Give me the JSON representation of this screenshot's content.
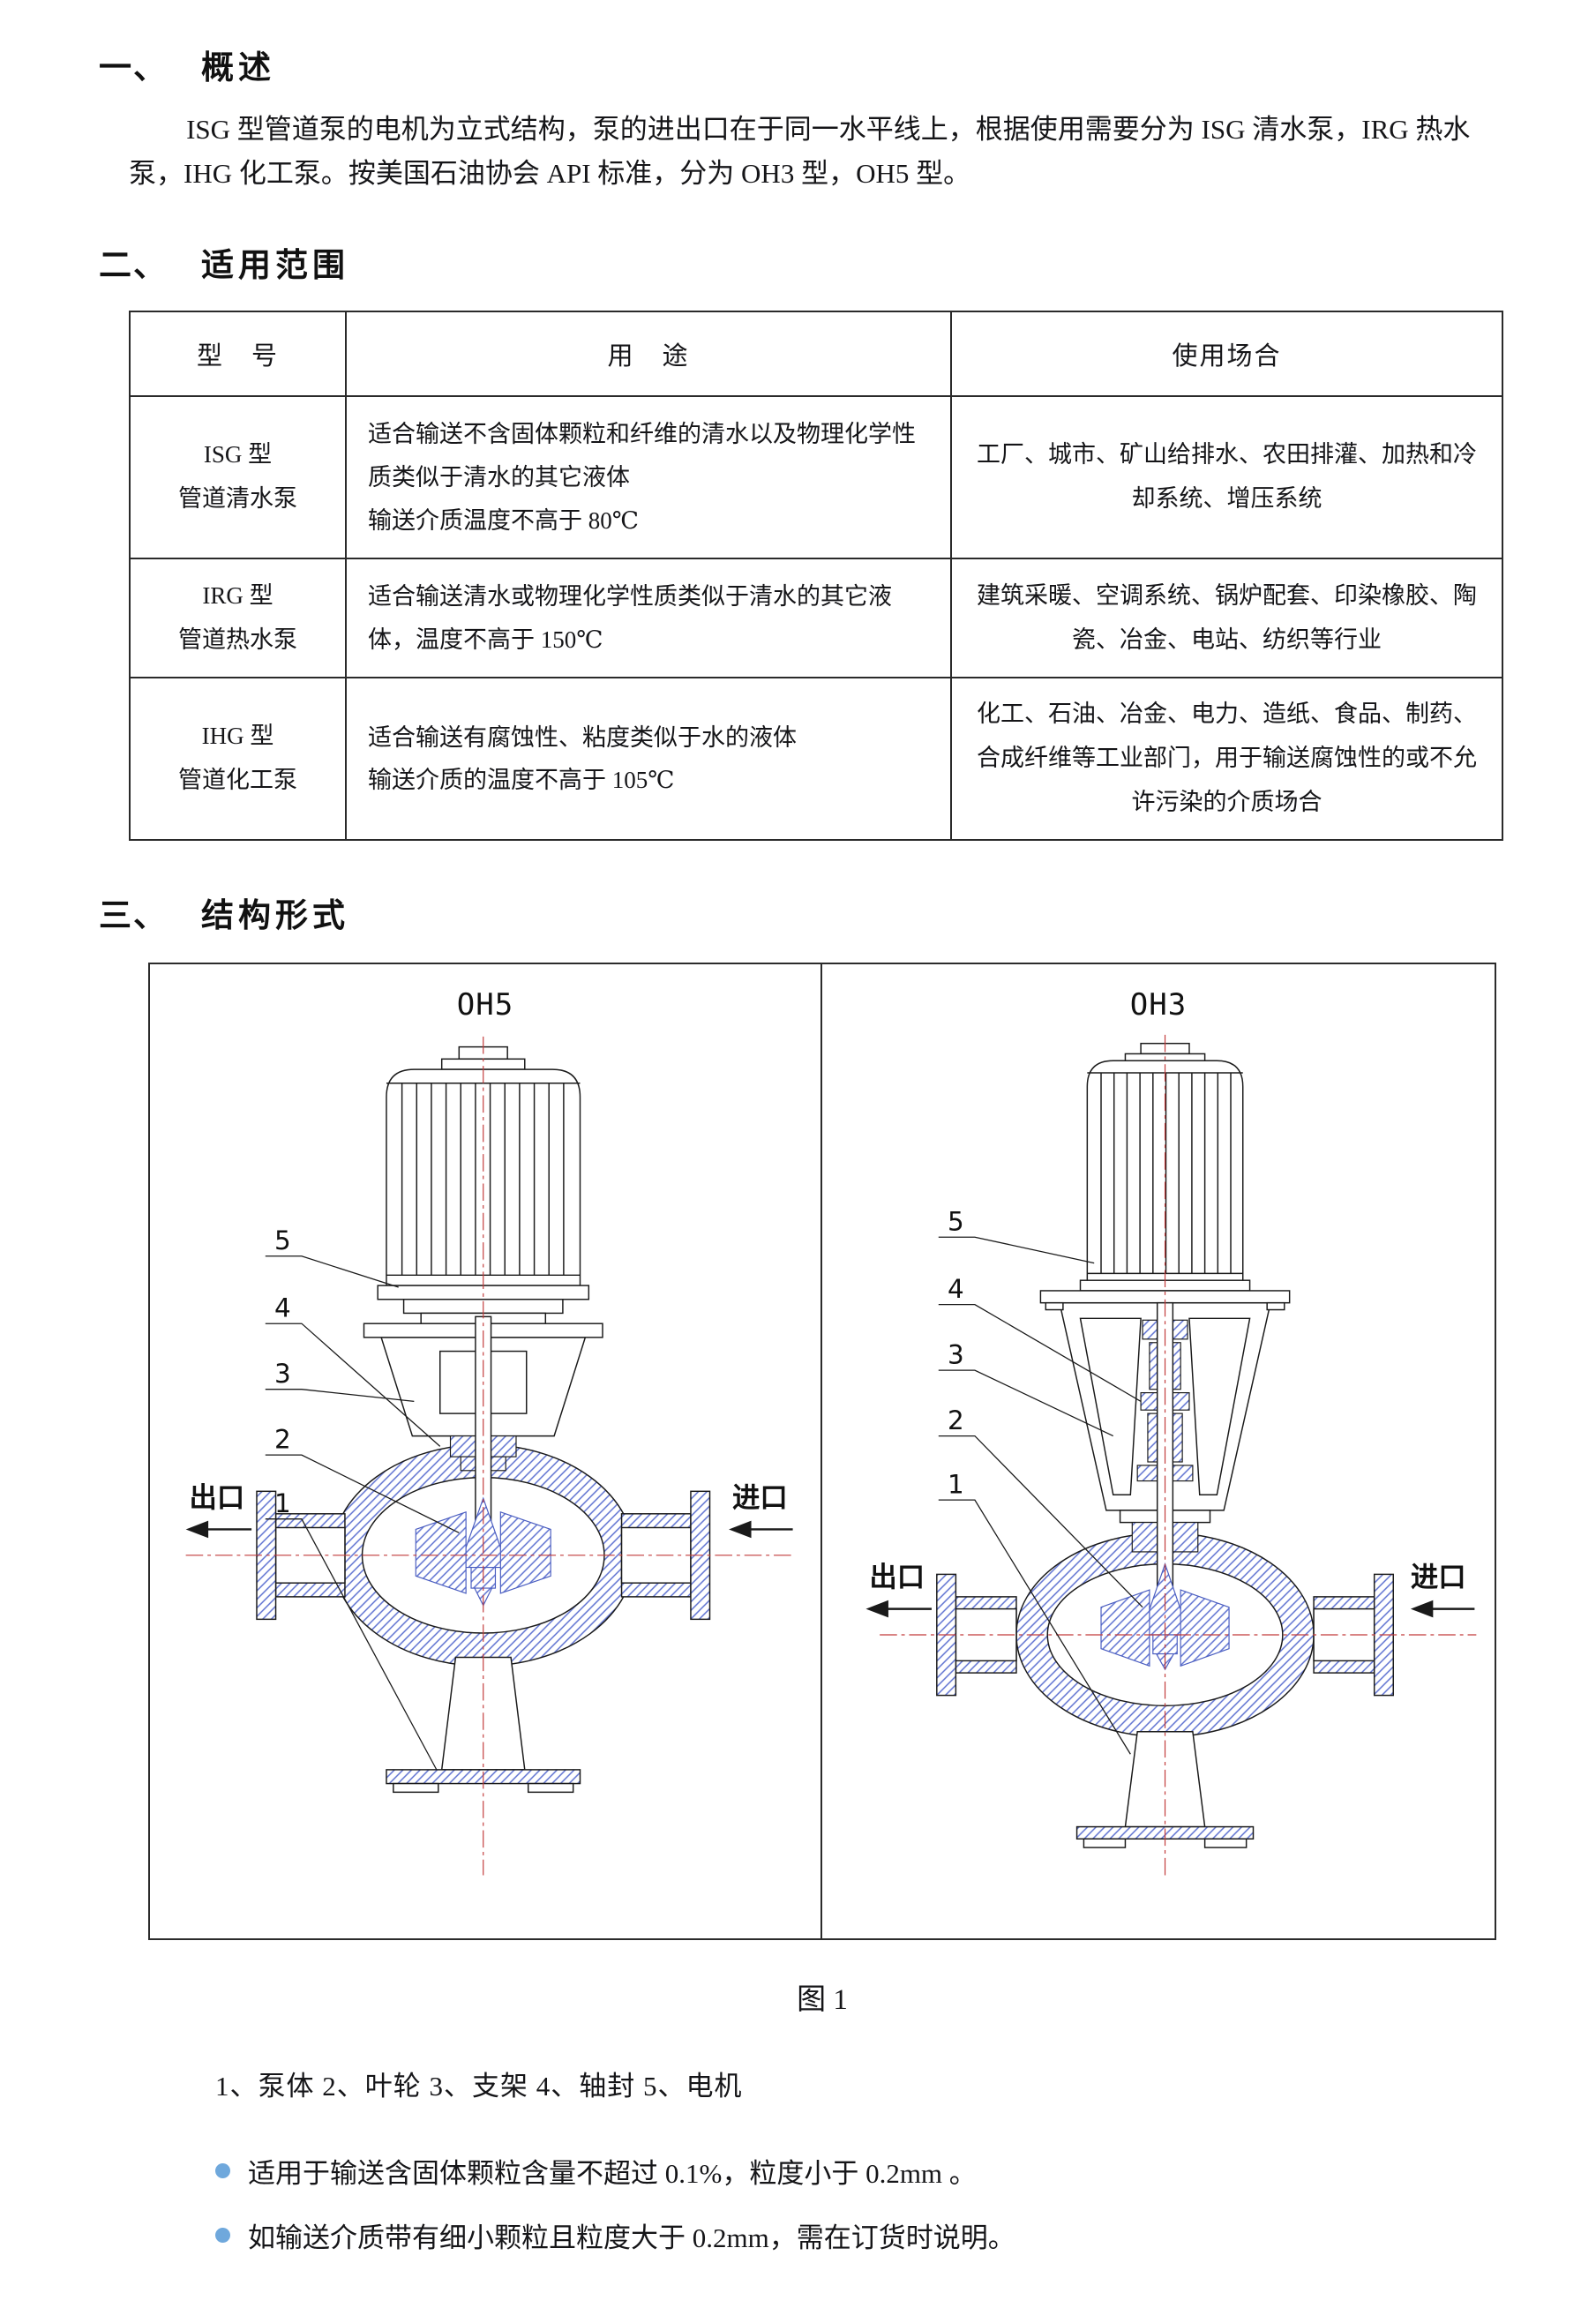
{
  "colors": {
    "centerline_red": "#C23B3B",
    "hatch_blue": "#5B6FD0",
    "bullet_blue": "#6FA8DC"
  },
  "section_overview": {
    "number": "一、",
    "title": "概述",
    "paragraph": "ISG 型管道泵的电机为立式结构，泵的进出口在于同一水平线上，根据使用需要分为 ISG 清水泵，IRG 热水泵，IHG 化工泵。按美国石油协会 API 标准，分为 OH3 型，OH5 型。"
  },
  "section_application": {
    "number": "二、",
    "title": "适用范围",
    "table": {
      "headers": [
        "型　号",
        "用　途",
        "使用场合"
      ],
      "rows": [
        {
          "model": "ISG 型\n管道清水泵",
          "usage": "适合输送不含固体颗粒和纤维的清水以及物理化学性质类似于清水的其它液体\n输送介质温度不高于 80℃",
          "occasion": "工厂、城市、矿山给排水、农田排灌、加热和冷却系统、增压系统"
        },
        {
          "model": "IRG 型\n管道热水泵",
          "usage": "适合输送清水或物理化学性质类似于清水的其它液体，温度不高于 150℃",
          "occasion": "建筑采暖、空调系统、锅炉配套、印染橡胶、陶瓷、冶金、电站、纺织等行业"
        },
        {
          "model": "IHG 型\n管道化工泵",
          "usage": "适合输送有腐蚀性、粘度类似于水的液体\n输送介质的温度不高于 105℃",
          "occasion": "化工、石油、冶金、电力、造纸、食品、制药、合成纤维等工业部门，用于输送腐蚀性的或不允许污染的介质场合"
        }
      ]
    }
  },
  "section_structure": {
    "number": "三、",
    "title": "结构形式",
    "figure": {
      "left_title": "OH5",
      "right_title": "OH3",
      "outlet_label": "出口",
      "inlet_label": "进口",
      "part_numbers": [
        "5",
        "4",
        "3",
        "2",
        "1"
      ],
      "caption": "图 1",
      "legend": "1、泵体 2、叶轮 3、支架 4、轴封 5、电机"
    },
    "bullets": [
      "适用于输送含固体颗粒含量不超过 0.1%，粒度小于 0.2mm 。",
      "如输送介质带有细小颗粒且粒度大于 0.2mm，需在订货时说明。"
    ]
  }
}
